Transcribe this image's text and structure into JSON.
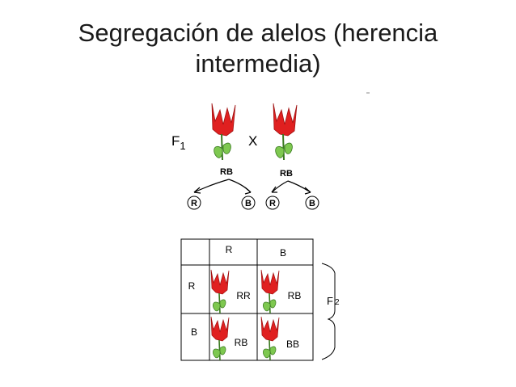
{
  "title": {
    "line1": "Segregación de alelos (herencia",
    "line2": "intermedia)"
  },
  "cross": {
    "generation_main": "F",
    "generation_sub": "1",
    "cross_symbol": "X",
    "parent_left_genotype": "RB",
    "parent_right_genotype": "RB",
    "gametes": [
      "R",
      "B",
      "R",
      "B"
    ]
  },
  "punnett": {
    "col_headers": [
      "R",
      "B"
    ],
    "row_headers": [
      "R",
      "B"
    ],
    "cells": [
      [
        "RR",
        "RB"
      ],
      [
        "RB",
        "BB"
      ]
    ],
    "generation_main": "F",
    "generation_sub": "2"
  },
  "colors": {
    "flower_red": "#e02020",
    "stem_green": "#7ec850"
  }
}
